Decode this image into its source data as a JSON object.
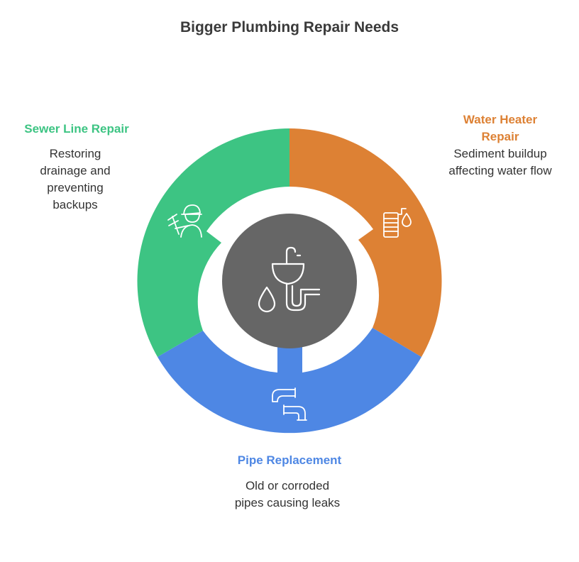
{
  "title": "Bigger Plumbing Repair Needs",
  "segments": [
    {
      "id": "sewer",
      "label": "Sewer Line Repair",
      "description": "Restoring drainage and preventing backups",
      "color": "#3dc483",
      "icon": "plumber-icon"
    },
    {
      "id": "heater",
      "label": "Water Heater Repair",
      "description": "Sediment buildup affecting water flow",
      "color": "#dd8134",
      "icon": "water-heater-icon"
    },
    {
      "id": "pipe",
      "label": "Pipe Replacement",
      "description": "Old or corroded pipes causing leaks",
      "color": "#4e87e4",
      "icon": "pipe-icon"
    }
  ],
  "center": {
    "color": "#666666",
    "icon": "sink-icon"
  }
}
